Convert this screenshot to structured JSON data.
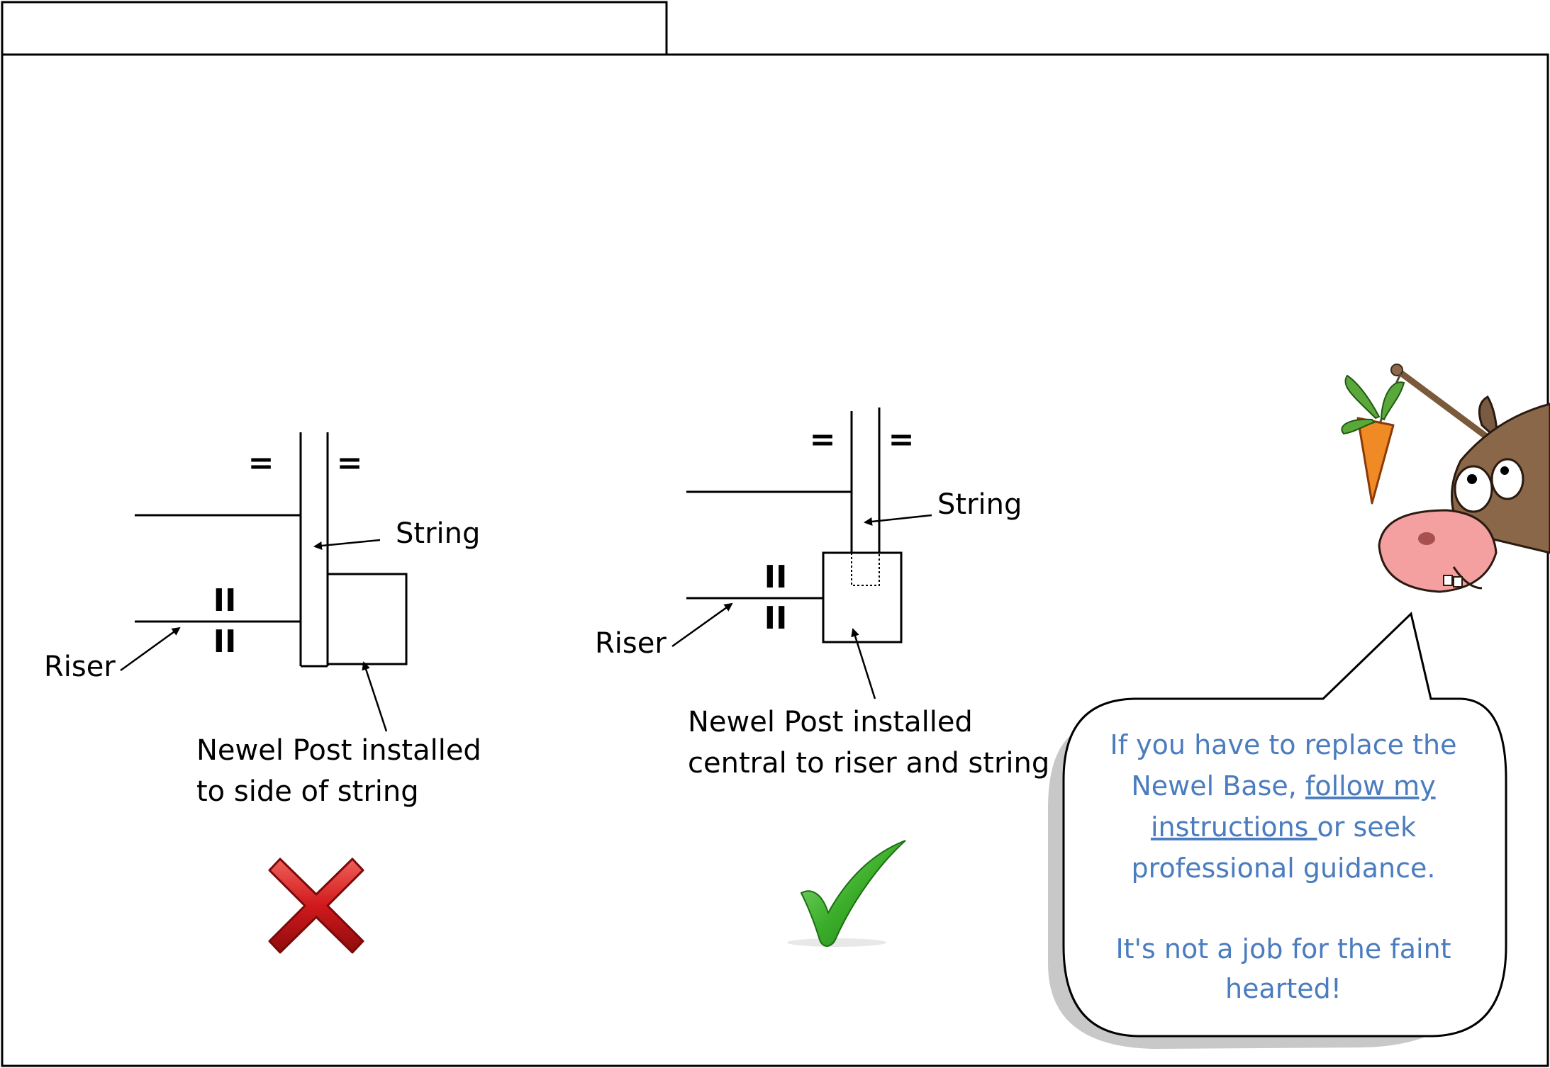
{
  "left_diagram": {
    "riser_label": "Riser",
    "string_label": "String",
    "caption_line1": "Newel Post installed",
    "caption_line2": "to side of string",
    "equal_mark": "=",
    "parallel_mark": "II",
    "verdict_icon": "red-x-icon"
  },
  "right_diagram": {
    "riser_label": "Riser",
    "string_label": "String",
    "caption_line1": "Newel Post  installed",
    "caption_line2": "central to riser and string",
    "equal_mark": "=",
    "parallel_mark": "II",
    "verdict_icon": "green-check-icon"
  },
  "speech_bubble": {
    "line1": "If you have to replace the",
    "line2_plain": "Newel Base, ",
    "line2_link": "follow my",
    "line3_link": "instructions ",
    "line3_plain": "or seek",
    "line4": "professional guidance.",
    "line5": "It's not a job for the faint",
    "line6": "hearted!"
  },
  "mascot": {
    "icon": "donkey-with-carrot-icon"
  },
  "colors": {
    "bubble_text": "#4a7cbf",
    "cross_red": "#c8141a",
    "check_green": "#3cae2a",
    "bubble_shadow": "#c8c8c8"
  }
}
